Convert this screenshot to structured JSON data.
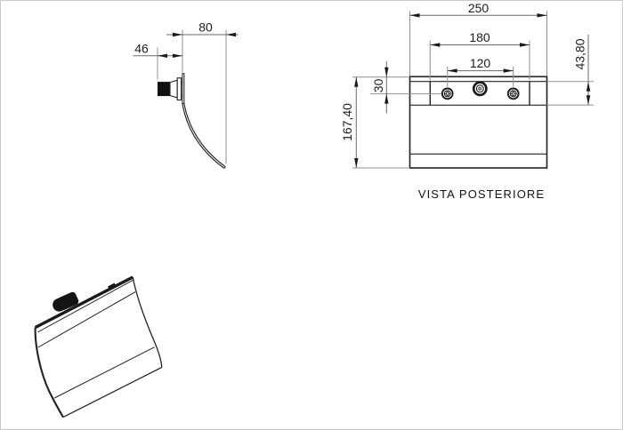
{
  "side_view": {
    "d80": "80",
    "d46": "46"
  },
  "rear_view": {
    "d250": "250",
    "d180": "180",
    "d120": "120",
    "d30": "30",
    "d43": "43,80",
    "d167": "167,40",
    "caption": "VISTA POSTERIORE"
  },
  "colors": {
    "ink": "#1c1c1c",
    "part_line": "#222222",
    "dimension_line": "#6a6a6a",
    "extension_line": "#909090",
    "background": "#ffffff"
  }
}
